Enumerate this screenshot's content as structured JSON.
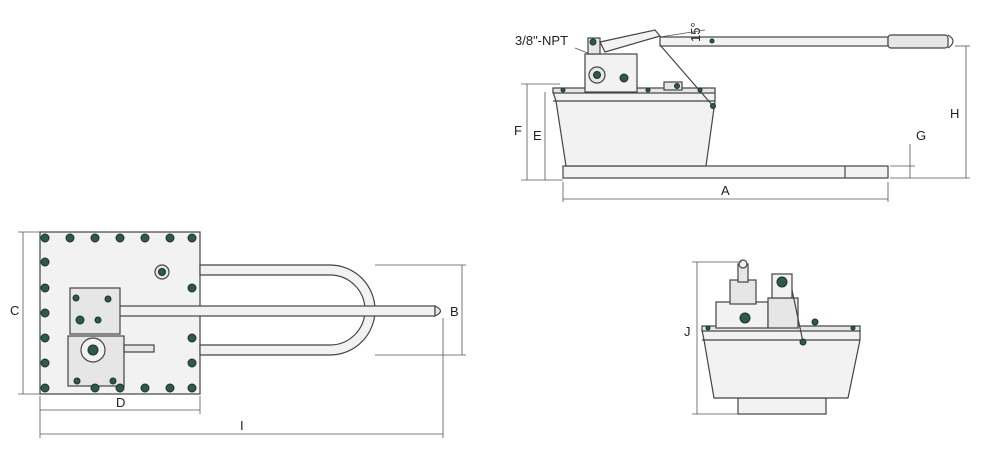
{
  "drawing": {
    "port_label": "3/8\"-NPT",
    "angle_label": "15°",
    "dimensions": {
      "A": "A",
      "B": "B",
      "C": "C",
      "D": "D",
      "E": "E",
      "F": "F",
      "G": "G",
      "H": "H",
      "I": "I",
      "J": "J"
    },
    "colors": {
      "line": "#444444",
      "fill": "#f2f2f2",
      "bolt": "#2f5a45"
    }
  }
}
